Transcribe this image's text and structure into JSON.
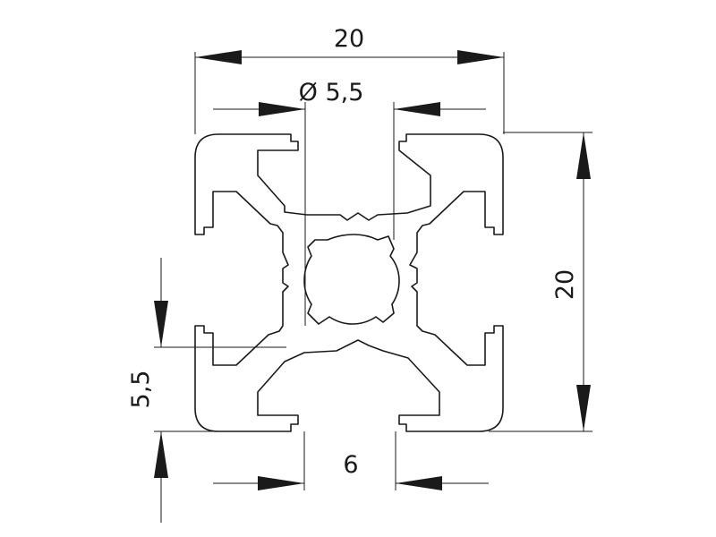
{
  "drawing": {
    "dimensions": {
      "width_label": "20",
      "height_label": "20",
      "bore_label": "Ø 5,5",
      "slot_width_label": "6",
      "slot_offset_label": "5,5"
    },
    "line_color": "#1a1a1a",
    "background_color": "#ffffff"
  }
}
